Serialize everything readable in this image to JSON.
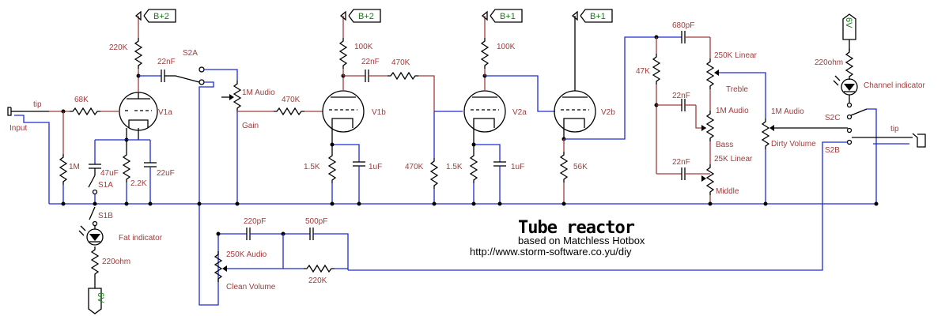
{
  "title": "Tube reactor",
  "subtitle": "based on Matchless Hotbox",
  "url": "http://www.storm-software.co.yu/diy",
  "supplies": {
    "b2": "B+2",
    "b1": "B+1",
    "v6": "6V"
  },
  "labels": {
    "input": "Input",
    "tip_in": "tip",
    "tip_out": "tip",
    "r68k": "68K",
    "r1m": "1M",
    "c47": "47uF",
    "c22u": "22uF",
    "r22k": "2.2K",
    "r220ka": "220K",
    "c22n": "22nF",
    "s2a": "S2A",
    "v1a": "V1a",
    "gain_pot": "1M Audio",
    "gain": "Gain",
    "r470a": "470K",
    "r100a": "100K",
    "c22nb": "22nF",
    "r470b": "470K",
    "v1b": "V1b",
    "r15a": "1.5K",
    "c1a": "1uF",
    "r470c": "470K",
    "r100b": "100K",
    "v2a": "V2a",
    "r15b": "1.5K",
    "c1b": "1uF",
    "v2b": "V2b",
    "r56k": "56K",
    "c680": "680pF",
    "r47k": "47K",
    "treble_pot": "250K Linear",
    "treble": "Treble",
    "c22nt": "22nF",
    "bass_pot": "1M Audio",
    "bass": "Bass",
    "c22nm": "22nF",
    "mid_pot": "25K Linear",
    "middle": "Middle",
    "dirty_pot": "1M Audio",
    "dirty": "Dirty Volume",
    "r220ohm_r": "220ohm",
    "chan": "Channel indicator",
    "s2c": "S2C",
    "s2b": "S2B",
    "s1a": "S1A",
    "s1b": "S1B",
    "fat": "Fat indicator",
    "r220ohm_l": "220ohm",
    "c220p": "220pF",
    "c500p": "500pF",
    "clean_pot": "250K Audio",
    "r220kc": "220K",
    "clean": "Clean Volume"
  }
}
